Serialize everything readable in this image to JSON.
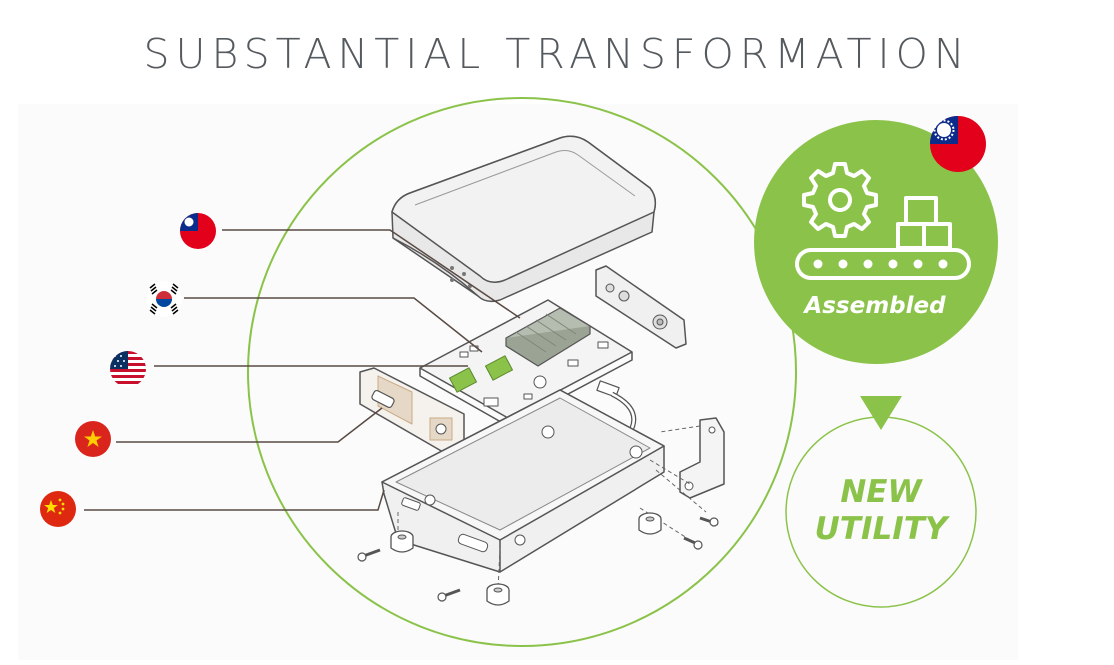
{
  "title": "SUBSTANTIAL TRANSFORMATION",
  "assembled_badge": {
    "label": "Assembled",
    "icon": "gear-conveyor-icon",
    "flag": "taiwan-flag-icon"
  },
  "result": {
    "line1": "NEW",
    "line2": "UTILITY"
  },
  "component_origins": [
    {
      "part": "top-cover",
      "flag": "taiwan-flag-icon"
    },
    {
      "part": "circuit-board",
      "flag": "south-korea-flag-icon"
    },
    {
      "part": "chip",
      "flag": "usa-flag-icon"
    },
    {
      "part": "io-panel",
      "flag": "vietnam-flag-icon"
    },
    {
      "part": "base-enclosure",
      "flag": "china-flag-icon"
    }
  ],
  "colors": {
    "accent_green": "#8bc34a",
    "title_gray": "#555a5f",
    "line_brown": "#5a4a44",
    "outline_gray": "#555555"
  }
}
